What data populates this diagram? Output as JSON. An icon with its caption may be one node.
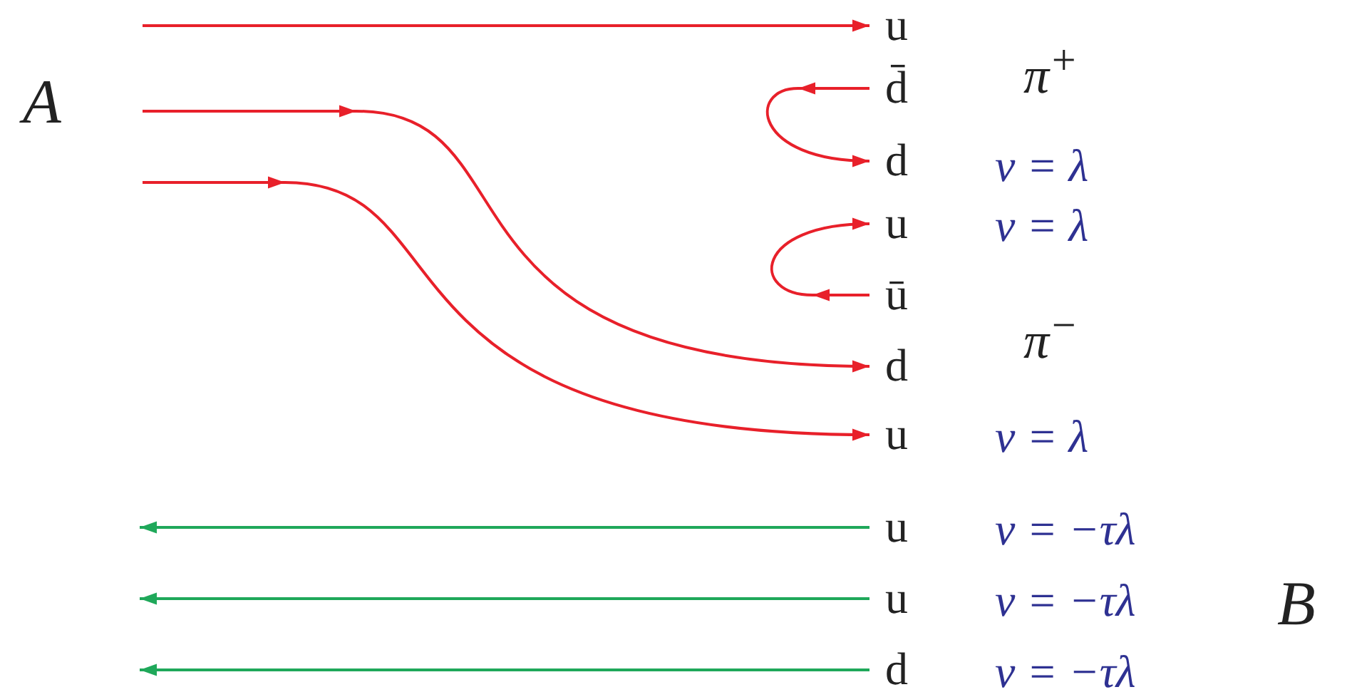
{
  "diagram": {
    "nodes": [
      {
        "text": [
          "u"
        ]
      },
      {
        "text": [
          "d̄"
        ]
      },
      {
        "text": [
          "d"
        ]
      },
      {
        "text": [
          "u"
        ]
      },
      {
        "text": [
          "ū"
        ]
      },
      {
        "text": [
          "d"
        ]
      },
      {
        "text": [
          "u"
        ]
      },
      {
        "text": [
          "u"
        ]
      },
      {
        "text": [
          "u"
        ]
      },
      {
        "text": [
          "d"
        ]
      }
    ],
    "edges": [
      {
        "from": null,
        "to": 0,
        "arrow": "to"
      },
      {
        "from": null,
        "to": 5,
        "arrow": "to"
      },
      {
        "from": null,
        "to": 6,
        "arrow": "to"
      },
      {
        "from": 1,
        "to": 2,
        "arrow": "to"
      },
      {
        "from": 4,
        "to": 3,
        "arrow": "to"
      },
      {
        "from": 7,
        "to": null,
        "arrow": "to",
        "color": "#1fa85a"
      },
      {
        "from": 8,
        "to": null,
        "arrow": "to",
        "color": "#1fa85a"
      },
      {
        "from": 9,
        "to": null,
        "arrow": "to",
        "color": "#1fa85a"
      }
    ],
    "labels": [
      "A",
      "π$^{+}$",
      "ν = λ",
      "ν = λ",
      "π$^{−}$",
      "ν = λ",
      "ν = −τλ",
      "ν = −τλ",
      "B",
      "ν = −τλ"
    ]
  }
}
